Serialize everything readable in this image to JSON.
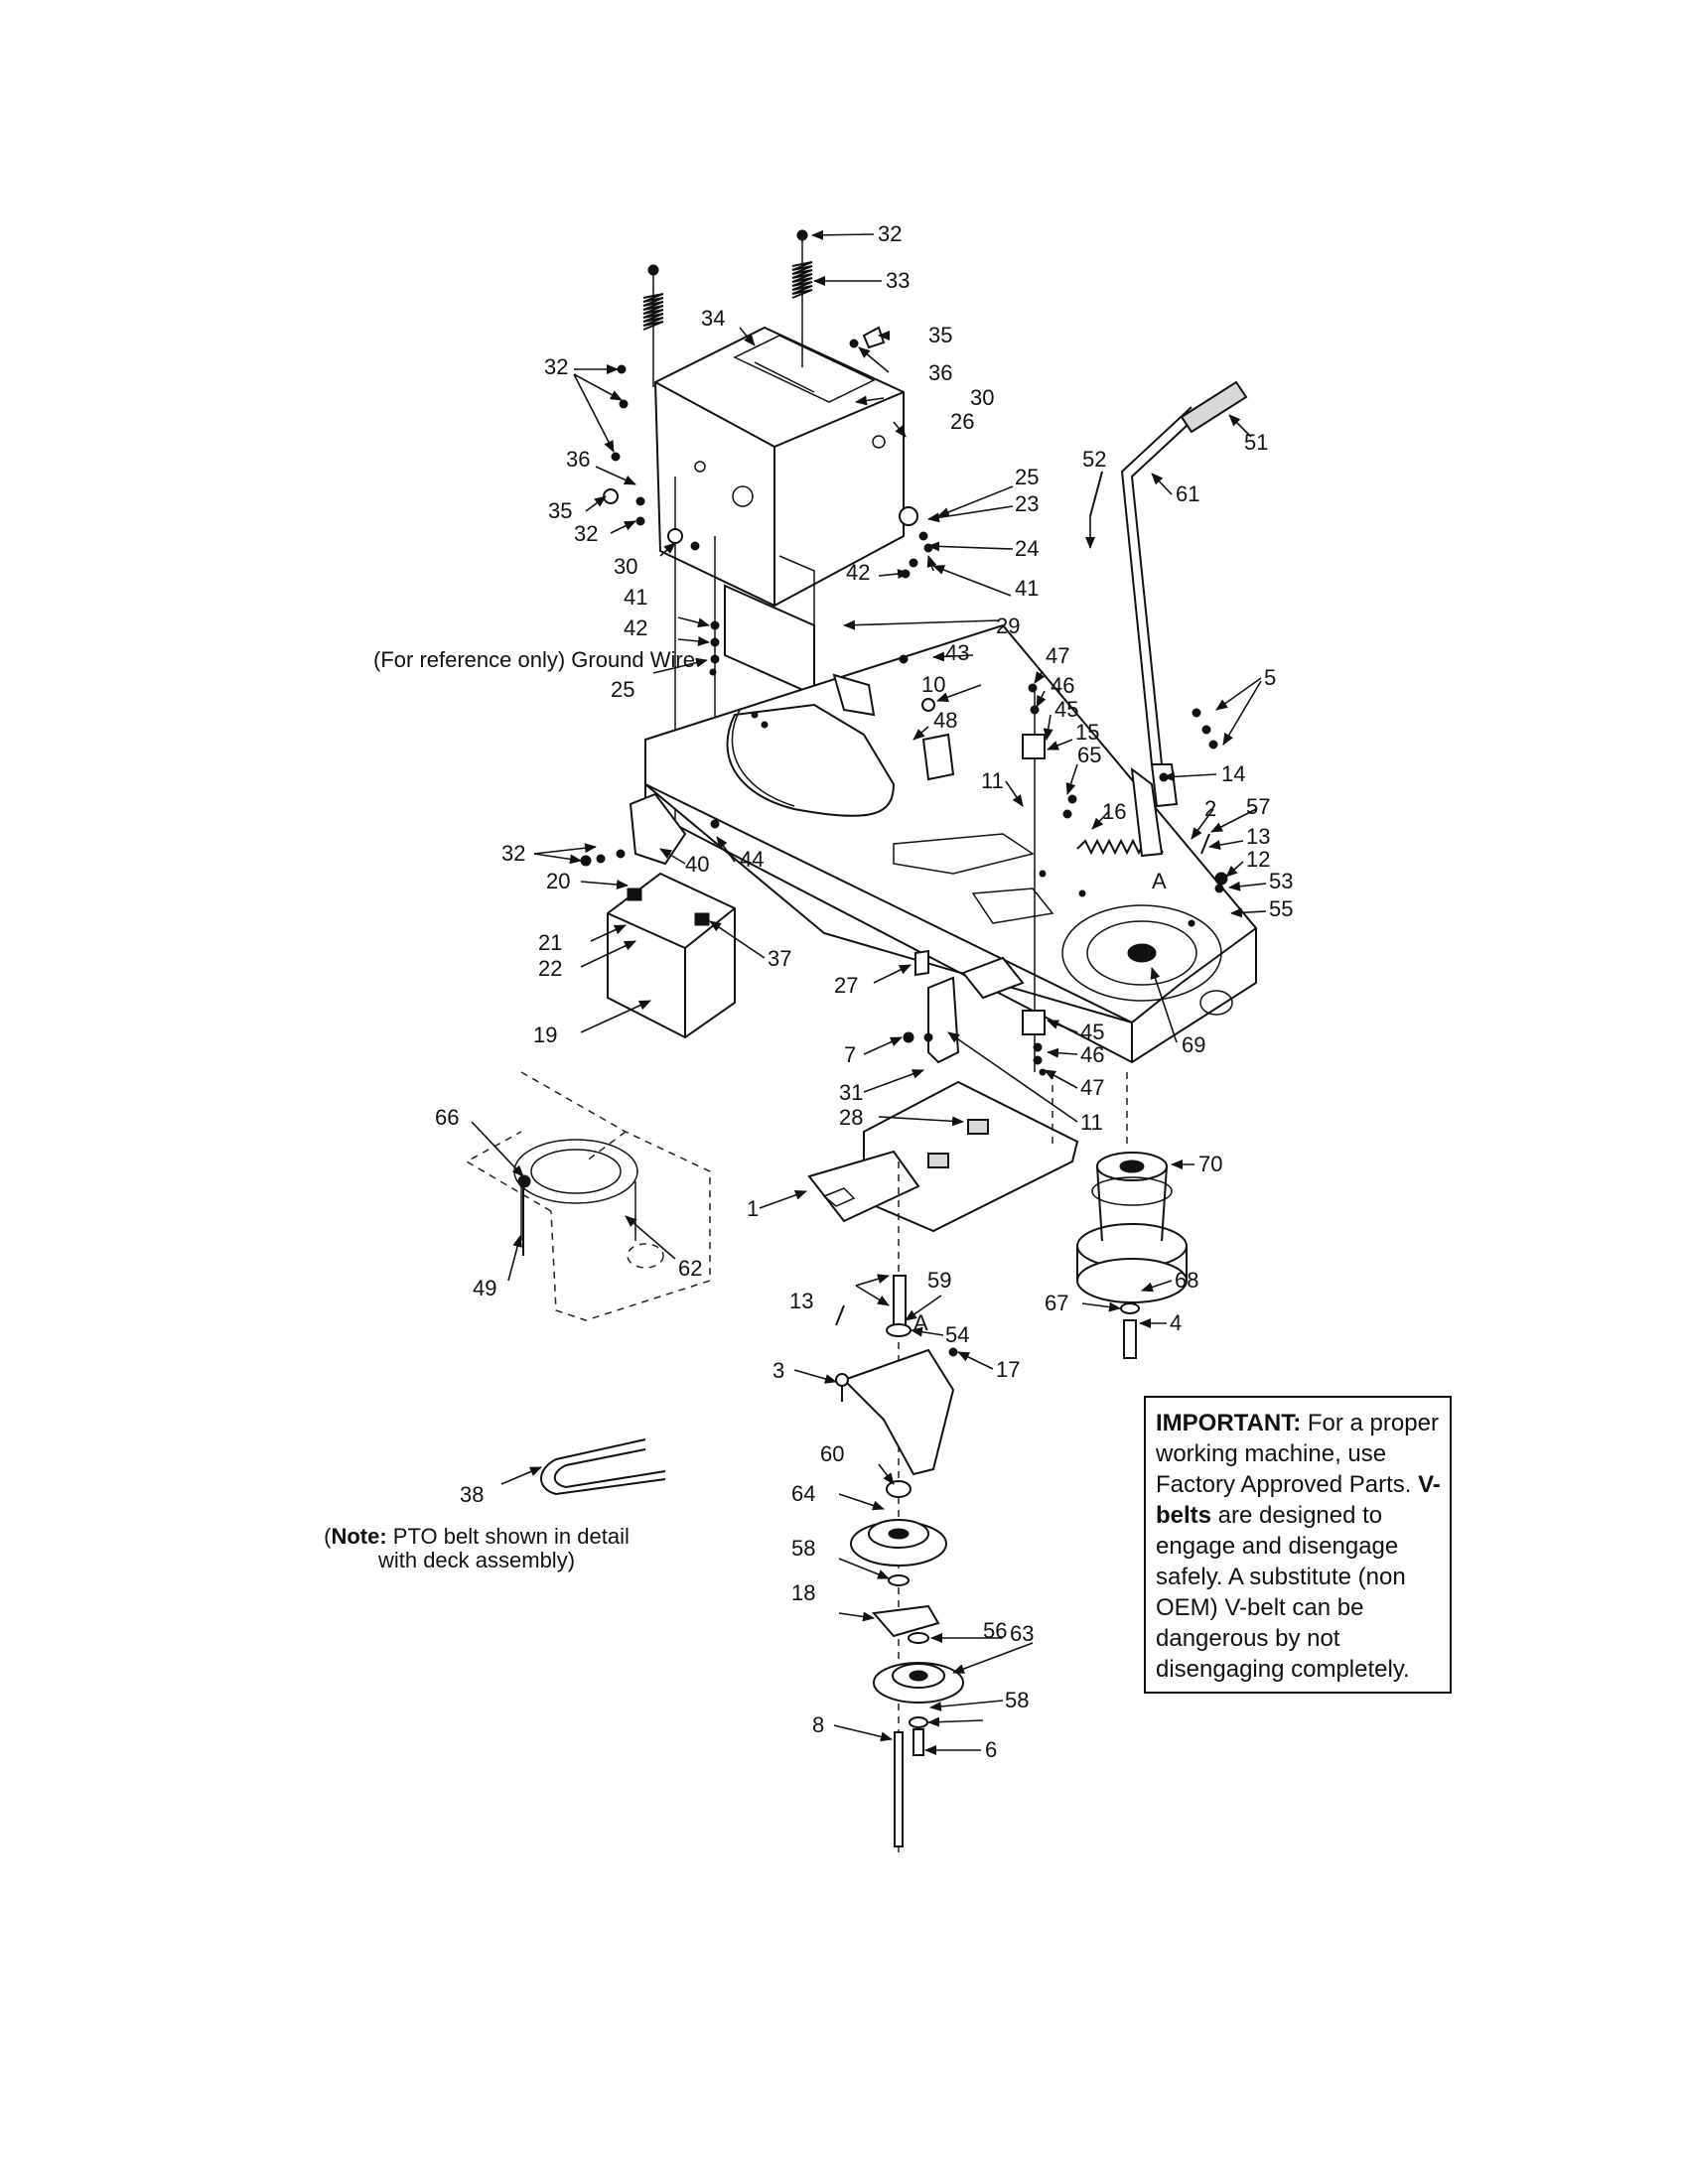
{
  "callouts": [
    {
      "id": "c32a",
      "label": "32"
    },
    {
      "id": "c33",
      "label": "33"
    },
    {
      "id": "c34",
      "label": "34"
    },
    {
      "id": "c35a",
      "label": "35"
    },
    {
      "id": "c36a",
      "label": "36"
    },
    {
      "id": "c30a",
      "label": "30"
    },
    {
      "id": "c26",
      "label": "26"
    },
    {
      "id": "c32b",
      "label": "32"
    },
    {
      "id": "c36b",
      "label": "36"
    },
    {
      "id": "c35b",
      "label": "35"
    },
    {
      "id": "c32c",
      "label": "32"
    },
    {
      "id": "c30b",
      "label": "30"
    },
    {
      "id": "c25a",
      "label": "25"
    },
    {
      "id": "c23",
      "label": "23"
    },
    {
      "id": "c24",
      "label": "24"
    },
    {
      "id": "c42a",
      "label": "42"
    },
    {
      "id": "c41a",
      "label": "41"
    },
    {
      "id": "c51",
      "label": "51"
    },
    {
      "id": "c52",
      "label": "52"
    },
    {
      "id": "c61",
      "label": "61"
    },
    {
      "id": "c41b",
      "label": "41"
    },
    {
      "id": "c42b",
      "label": "42"
    },
    {
      "id": "c25b",
      "label": "25"
    },
    {
      "id": "c29",
      "label": "29"
    },
    {
      "id": "c43",
      "label": "43"
    },
    {
      "id": "c47a",
      "label": "47"
    },
    {
      "id": "c10",
      "label": "10"
    },
    {
      "id": "c46a",
      "label": "46"
    },
    {
      "id": "c48",
      "label": "48"
    },
    {
      "id": "c45a",
      "label": "45"
    },
    {
      "id": "c5",
      "label": "5"
    },
    {
      "id": "c15",
      "label": "15"
    },
    {
      "id": "c65",
      "label": "65"
    },
    {
      "id": "c11a",
      "label": "11"
    },
    {
      "id": "c14",
      "label": "14"
    },
    {
      "id": "c16",
      "label": "16"
    },
    {
      "id": "c2",
      "label": "2"
    },
    {
      "id": "c57",
      "label": "57"
    },
    {
      "id": "c13a",
      "label": "13"
    },
    {
      "id": "c12",
      "label": "12"
    },
    {
      "id": "c53",
      "label": "53"
    },
    {
      "id": "c55",
      "label": "55"
    },
    {
      "id": "cA1",
      "label": "A"
    },
    {
      "id": "c32d",
      "label": "32"
    },
    {
      "id": "c40",
      "label": "40"
    },
    {
      "id": "c44",
      "label": "44"
    },
    {
      "id": "c20",
      "label": "20"
    },
    {
      "id": "c21",
      "label": "21"
    },
    {
      "id": "c22",
      "label": "22"
    },
    {
      "id": "c37",
      "label": "37"
    },
    {
      "id": "c27",
      "label": "27"
    },
    {
      "id": "c19",
      "label": "19"
    },
    {
      "id": "c45b",
      "label": "45"
    },
    {
      "id": "c46b",
      "label": "46"
    },
    {
      "id": "c69",
      "label": "69"
    },
    {
      "id": "c7",
      "label": "7"
    },
    {
      "id": "c47b",
      "label": "47"
    },
    {
      "id": "c31",
      "label": "31"
    },
    {
      "id": "c28",
      "label": "28"
    },
    {
      "id": "c11b",
      "label": "11"
    },
    {
      "id": "c66",
      "label": "66"
    },
    {
      "id": "c70",
      "label": "70"
    },
    {
      "id": "c1",
      "label": "1"
    },
    {
      "id": "c62",
      "label": "62"
    },
    {
      "id": "c49",
      "label": "49"
    },
    {
      "id": "c68",
      "label": "68"
    },
    {
      "id": "c13b",
      "label": "13"
    },
    {
      "id": "c59",
      "label": "59"
    },
    {
      "id": "c67",
      "label": "67"
    },
    {
      "id": "c4",
      "label": "4"
    },
    {
      "id": "cA2",
      "label": "A"
    },
    {
      "id": "c54",
      "label": "54"
    },
    {
      "id": "c3",
      "label": "3"
    },
    {
      "id": "c17",
      "label": "17"
    },
    {
      "id": "c60",
      "label": "60"
    },
    {
      "id": "c64",
      "label": "64"
    },
    {
      "id": "c38",
      "label": "38"
    },
    {
      "id": "c58a",
      "label": "58"
    },
    {
      "id": "c18",
      "label": "18"
    },
    {
      "id": "c56",
      "label": "56"
    },
    {
      "id": "c63",
      "label": "63"
    },
    {
      "id": "c58b",
      "label": "58"
    },
    {
      "id": "c8",
      "label": "8"
    },
    {
      "id": "c6",
      "label": "6"
    }
  ],
  "reference_note": "(For reference only) Ground Wire",
  "pto_note": {
    "bold": "Note:",
    "line1_rest": " PTO belt shown in detail",
    "line2": "with deck assembly)",
    "open_paren": "("
  },
  "important_box": {
    "label": "IMPORTANT:",
    "text1": " For a proper working machine, use Factory Approved Parts. ",
    "label2": "V-belts",
    "text2": " are designed to engage and disengage safely. A substitute (non OEM) V-belt can be dangerous by not disengaging completely."
  }
}
